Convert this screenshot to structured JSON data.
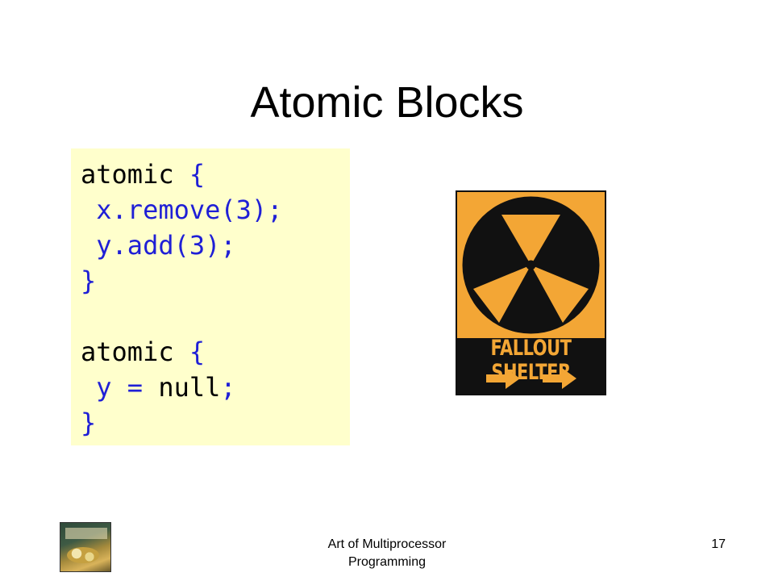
{
  "slide": {
    "title": "Atomic Blocks",
    "code_lines": [
      {
        "kw": "atomic ",
        "rest": "{"
      },
      {
        "kw": "",
        "rest": " x.remove(3);"
      },
      {
        "kw": "",
        "rest": " y.add(3);"
      },
      {
        "kw": "",
        "rest": "}"
      },
      {
        "kw": "",
        "rest": ""
      },
      {
        "kw": "atomic ",
        "rest": "{"
      },
      {
        "kw": "",
        "rest": " y = null;"
      },
      {
        "kw": "",
        "rest": "}"
      }
    ],
    "sign": {
      "label": "FALLOUT SHELTER",
      "icon": "fallout-shelter-symbol"
    },
    "footer": {
      "center_text": "Art of Multiprocessor\nProgramming",
      "page_number": "17"
    },
    "colors": {
      "code_background": "#ffffcc",
      "code_blue": "#1f1fd6",
      "sign_orange": "#f3a635",
      "sign_black": "#111111"
    }
  }
}
